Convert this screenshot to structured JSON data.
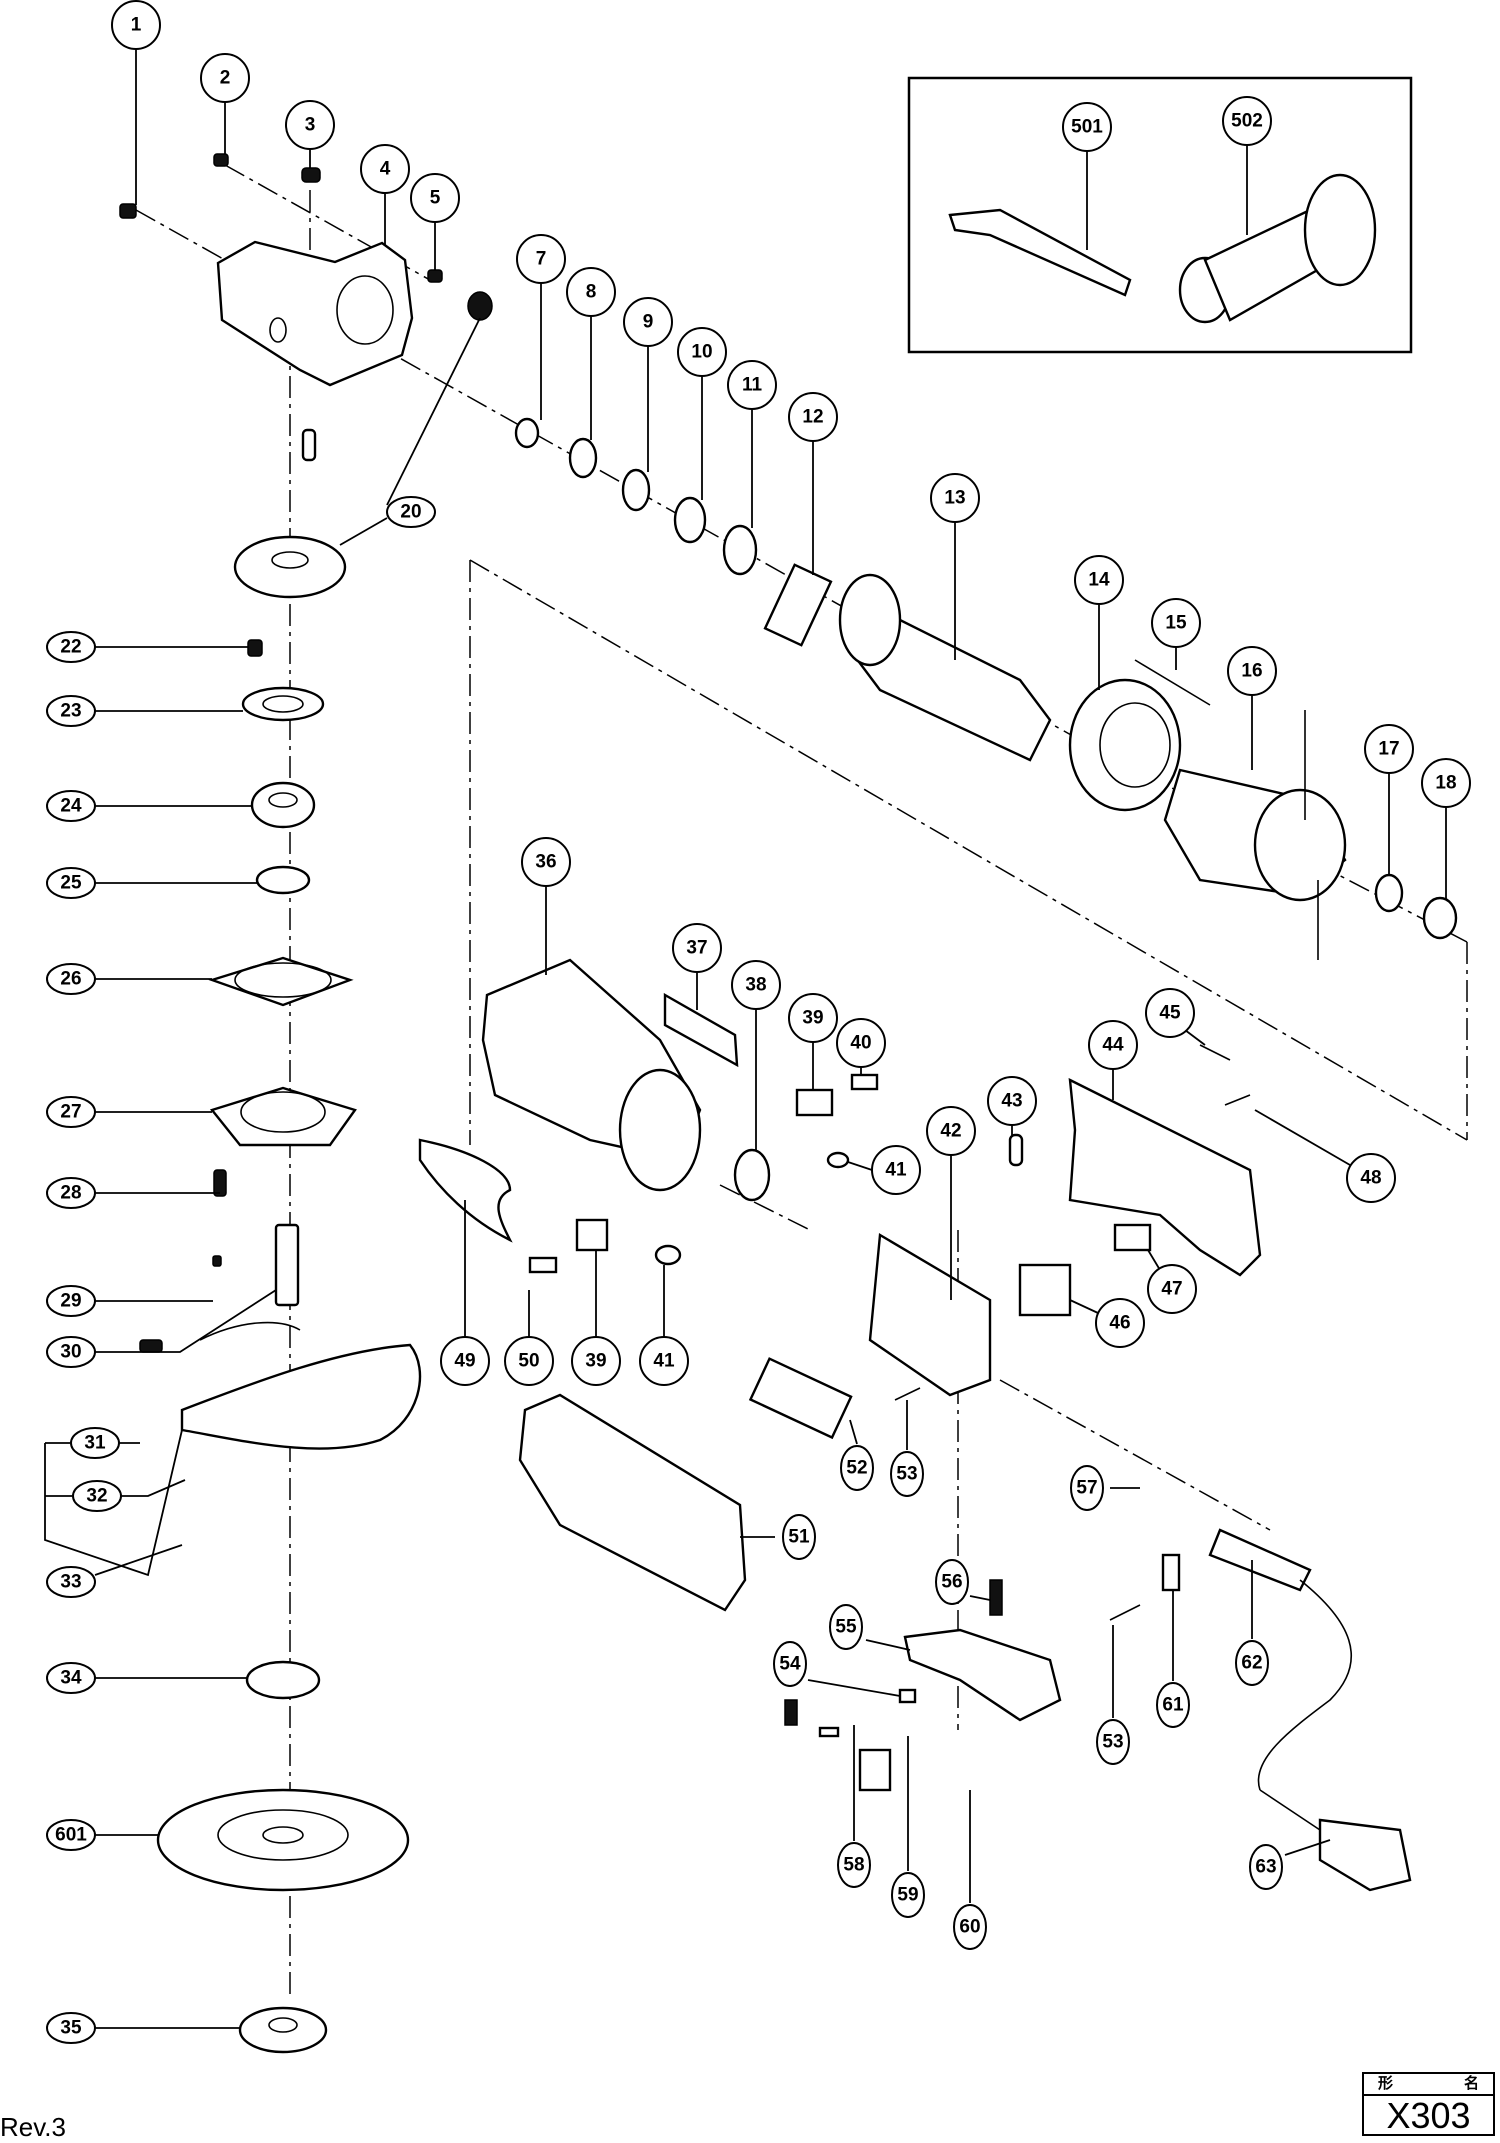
{
  "document": {
    "type": "exploded parts diagram",
    "revision": "Rev.3",
    "model_box": {
      "header_left": "形",
      "header_right": "名",
      "model": "X303"
    }
  },
  "accessory_box": {
    "items": [
      "501",
      "502"
    ]
  },
  "parts": [
    {
      "no": "1"
    },
    {
      "no": "2"
    },
    {
      "no": "3"
    },
    {
      "no": "4"
    },
    {
      "no": "5"
    },
    {
      "no": "7"
    },
    {
      "no": "8"
    },
    {
      "no": "9"
    },
    {
      "no": "10"
    },
    {
      "no": "11"
    },
    {
      "no": "12"
    },
    {
      "no": "13"
    },
    {
      "no": "14"
    },
    {
      "no": "15"
    },
    {
      "no": "16"
    },
    {
      "no": "17"
    },
    {
      "no": "18"
    },
    {
      "no": "20"
    },
    {
      "no": "22"
    },
    {
      "no": "23"
    },
    {
      "no": "24"
    },
    {
      "no": "25"
    },
    {
      "no": "26"
    },
    {
      "no": "27"
    },
    {
      "no": "28"
    },
    {
      "no": "29"
    },
    {
      "no": "30"
    },
    {
      "no": "31"
    },
    {
      "no": "32"
    },
    {
      "no": "33"
    },
    {
      "no": "34"
    },
    {
      "no": "601"
    },
    {
      "no": "35"
    },
    {
      "no": "36"
    },
    {
      "no": "37"
    },
    {
      "no": "38"
    },
    {
      "no": "39"
    },
    {
      "no": "40"
    },
    {
      "no": "41"
    },
    {
      "no": "42"
    },
    {
      "no": "43"
    },
    {
      "no": "44"
    },
    {
      "no": "45"
    },
    {
      "no": "46"
    },
    {
      "no": "47"
    },
    {
      "no": "48"
    },
    {
      "no": "49"
    },
    {
      "no": "50"
    },
    {
      "no": "39"
    },
    {
      "no": "41"
    },
    {
      "no": "51"
    },
    {
      "no": "52"
    },
    {
      "no": "53"
    },
    {
      "no": "54"
    },
    {
      "no": "55"
    },
    {
      "no": "56"
    },
    {
      "no": "57"
    },
    {
      "no": "58"
    },
    {
      "no": "59"
    },
    {
      "no": "60"
    },
    {
      "no": "53"
    },
    {
      "no": "61"
    },
    {
      "no": "62"
    },
    {
      "no": "63"
    },
    {
      "no": "501"
    },
    {
      "no": "502"
    }
  ]
}
